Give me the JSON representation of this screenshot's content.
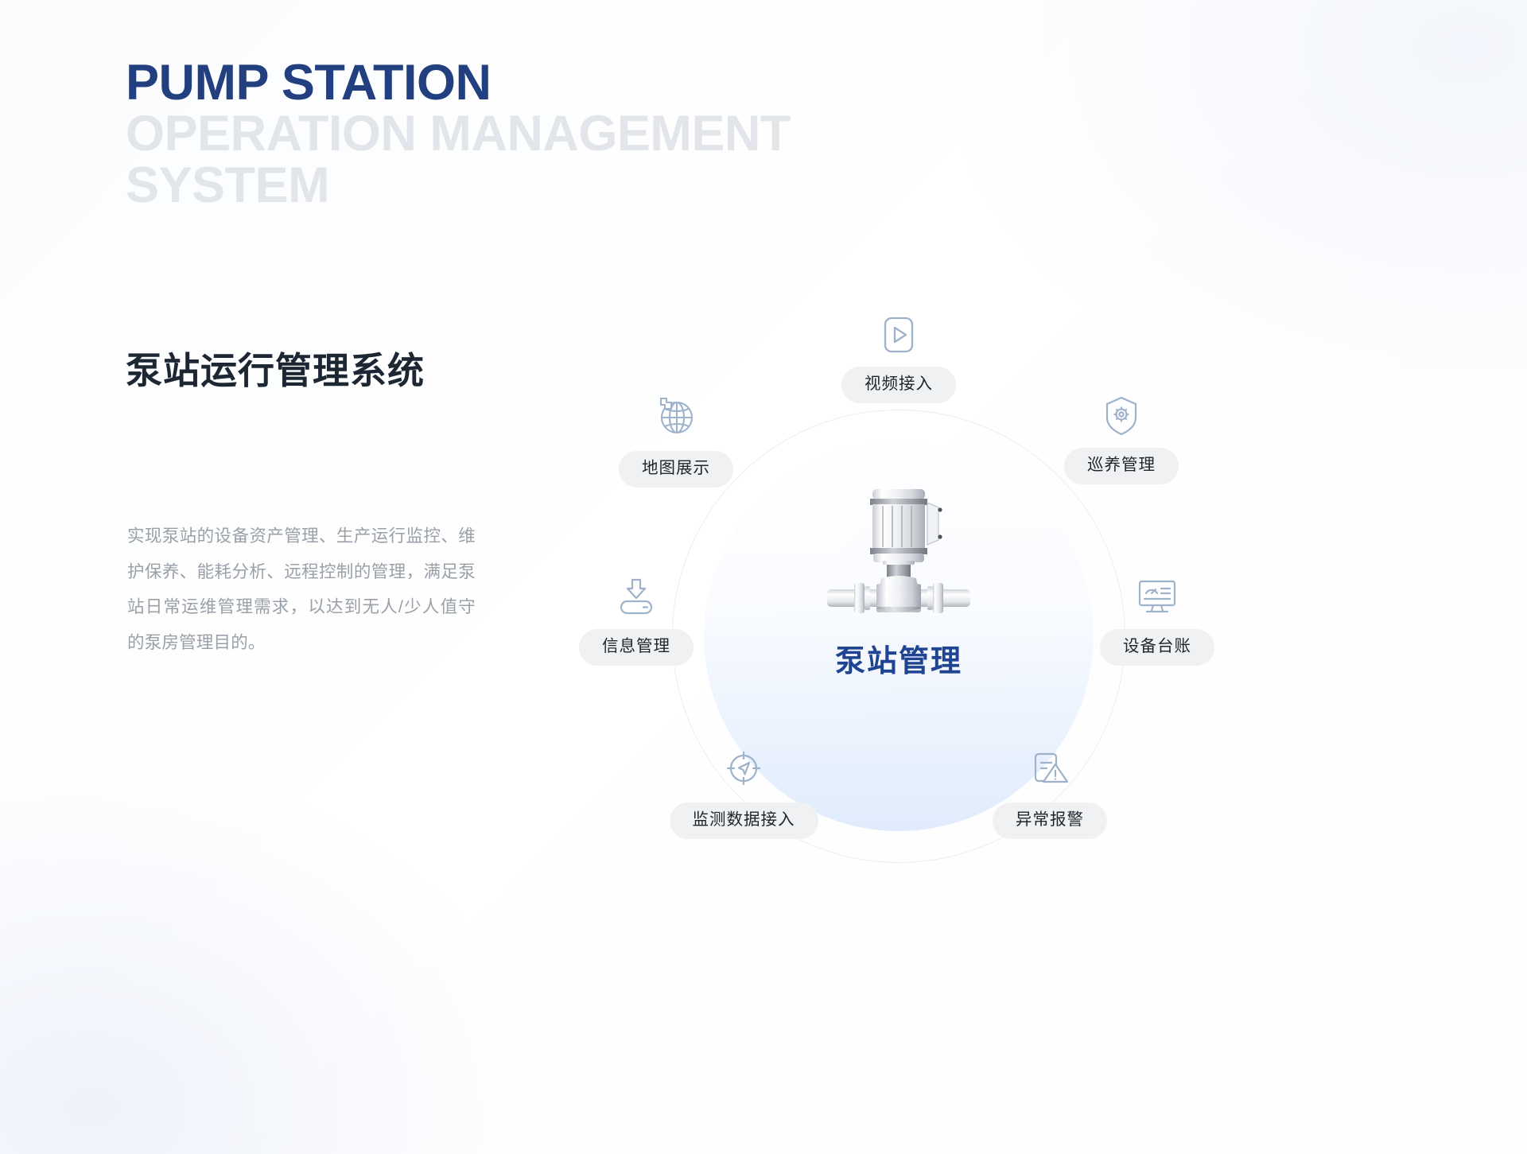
{
  "header": {
    "title_en_line1": "PUMP STATION",
    "title_en_line2": "OPERATION MANAGEMENT",
    "title_en_line3": "SYSTEM",
    "title_cn": "泵站运行管理系统",
    "description": "实现泵站的设备资产管理、生产运行监控、维护保养、能耗分析、远程控制的管理，满足泵站日常运维管理需求，以达到无人/少人值守的泵房管理目的。"
  },
  "diagram": {
    "center_label": "泵站管理",
    "center_icon": "pump-machine-icon",
    "nodes": [
      {
        "label": "视频接入",
        "icon": "video-play-icon"
      },
      {
        "label": "巡养管理",
        "icon": "shield-gear-icon"
      },
      {
        "label": "设备台账",
        "icon": "monitor-dashboard-icon"
      },
      {
        "label": "异常报警",
        "icon": "document-warning-icon"
      },
      {
        "label": "监测数据接入",
        "icon": "compass-navigation-icon"
      },
      {
        "label": "信息管理",
        "icon": "download-storage-icon"
      },
      {
        "label": "地图展示",
        "icon": "globe-map-icon"
      }
    ]
  },
  "colors": {
    "brand_blue": "#223f7f",
    "center_blue": "#1e4492",
    "muted_heading": "#e2e5ea",
    "body_text": "#9aa0a8",
    "icon_stroke": "#9fb2cb",
    "chip_bg": "#f0f1f3"
  }
}
